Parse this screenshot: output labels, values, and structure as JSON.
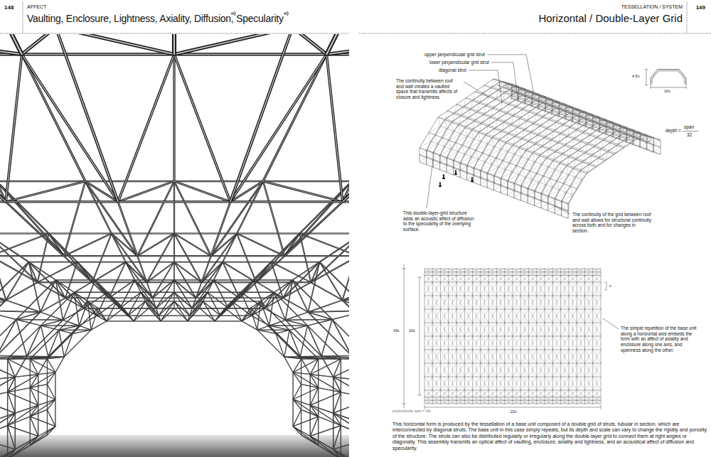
{
  "diagram": {
    "title": "Horizontal / Double-Layer Grid",
    "caption": "This horizontal form is produced by the tessellation of a base unit composed of a double grid of struts, tubular in section, which are interconnected by diagonal struts. The base unit in this case simply repeats, but its depth and scale can vary to change the rigidity and porosity of the structure. The struts can also be distributed regularly or irregularly along the double-layer grid to connect them at right angles or diagonally. This assembly transmits an optical affect of vaulting, enclosure, axiality and lightness, and an acoustical affect of diffusion and specularity.",
    "labels": [
      "148",
      "AFFECT",
      "Vaulting, Enclosure, Lightness, Axiality, Diffusion, Specularity",
      "TESSELLATION / SYSTEM",
      "149",
      "upper perpendicular grid strut",
      "lower perpendicular grid strut",
      "diagonal strut",
      "The continuity between roof and wall creates a vaulted space that transmits affects of closure and lightness.",
      "4.5x",
      "10x",
      "depth =",
      "span",
      "32",
      "This double-layer-grid structure adds an acoustic affect of diffusion to the specularity of the overlying surface.",
      "The continuity of the grid between roof and wall allows for structural continuity across both and for changes in section.",
      "16x",
      "10x",
      "x",
      "The simple repetition of the base unit along a horizontal axis embeds the form with an affect of axiality and enclosure along one axis, and openness along the other.",
      "perpendicular span = 16x",
      "22x"
    ]
  }
}
